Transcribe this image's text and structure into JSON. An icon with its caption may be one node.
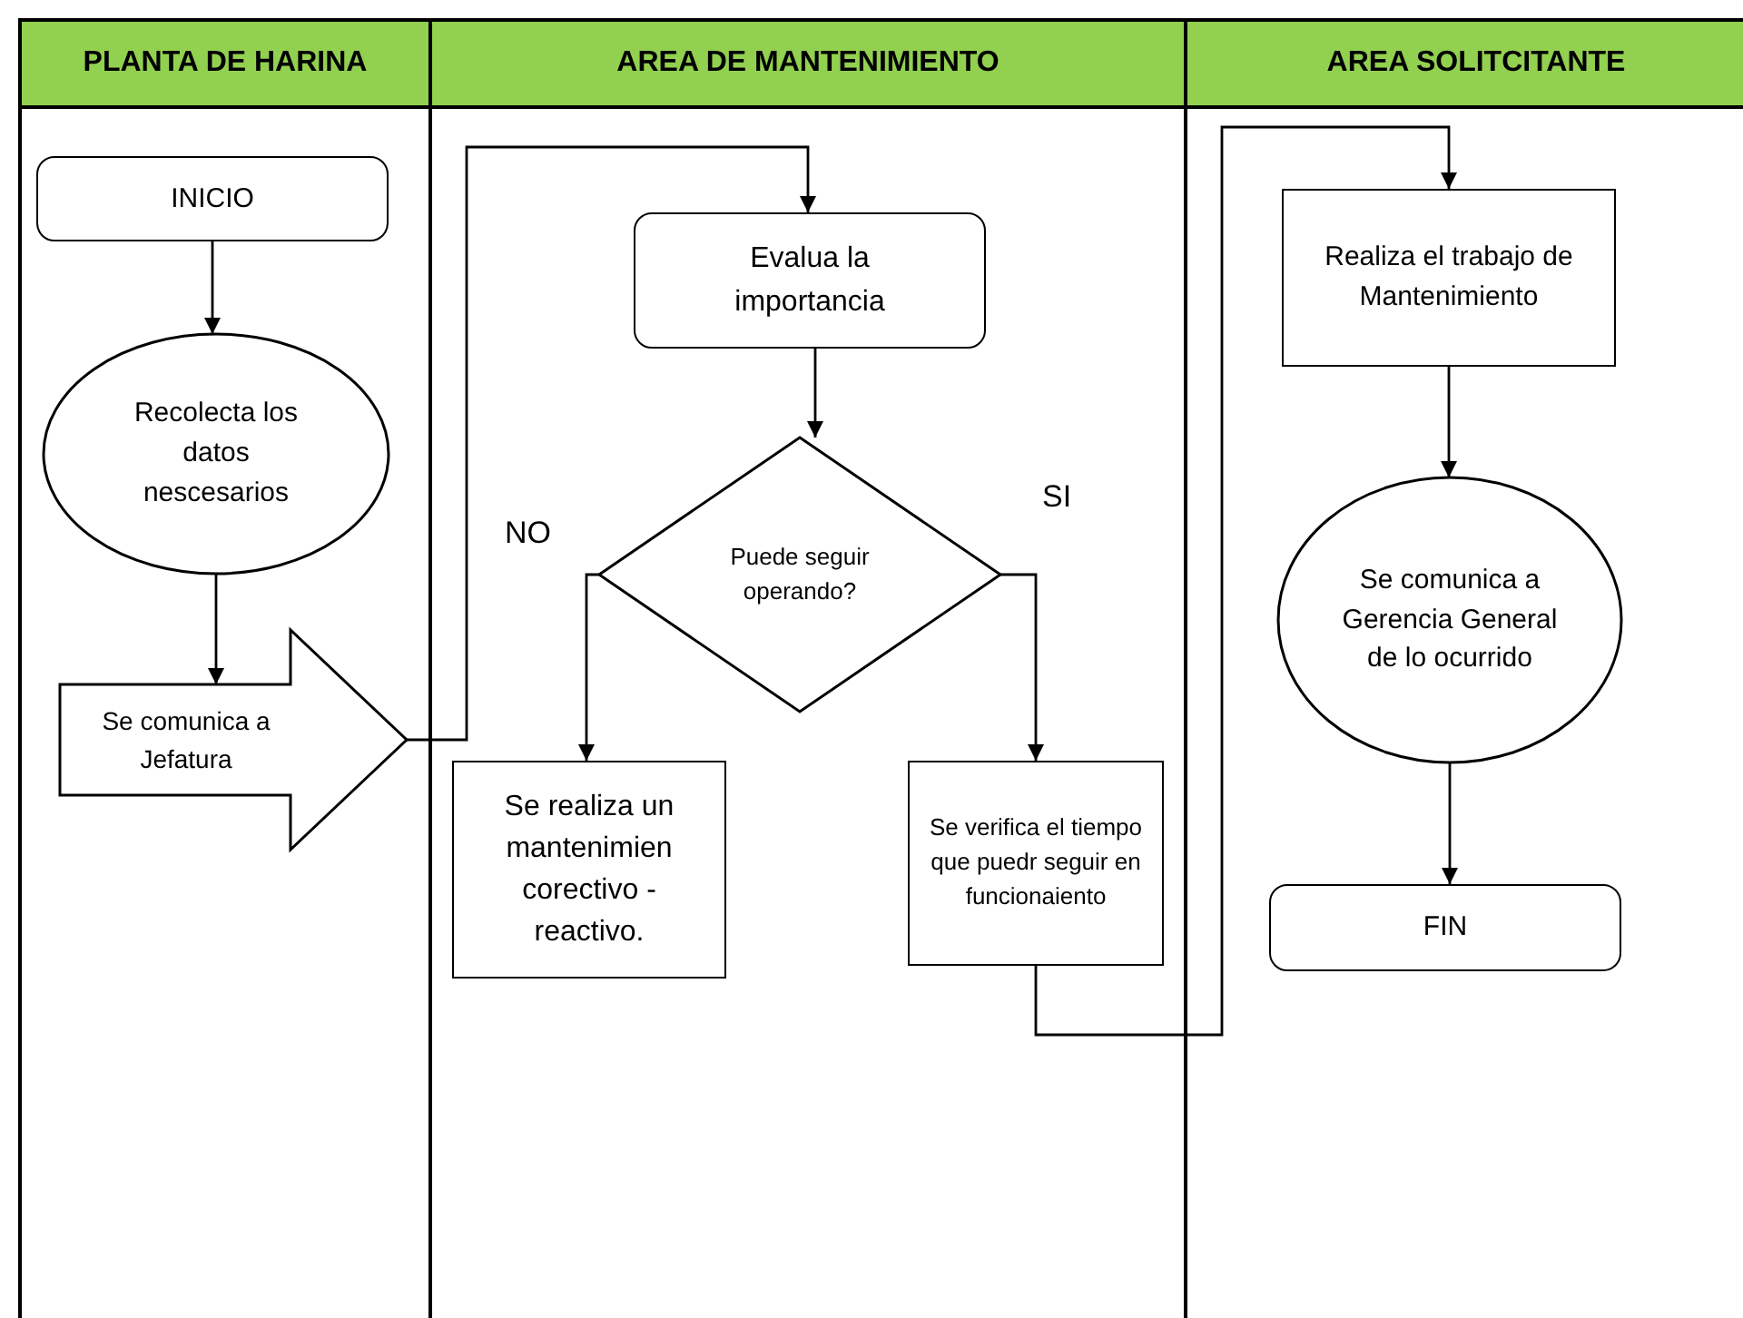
{
  "diagram": {
    "nodes": [
      {
        "text": [
          "PLANTA DE HARINA"
        ]
      },
      {
        "text": [
          "AREA DE MANTENIMIENTO"
        ]
      },
      {
        "text": [
          "AREA SOLITCITANTE"
        ]
      },
      {
        "text": [
          "INICIO"
        ],
        "in": 0
      },
      {
        "text": [
          "Recolecta los datos nescesarios"
        ],
        "in": 0
      },
      {
        "text": [
          "Se comunica a Jefatura"
        ],
        "in": 0
      },
      {
        "text": [
          "Evalua la importancia"
        ],
        "in": 1
      },
      {
        "text": [
          "Puede seguir operando?"
        ],
        "in": 1
      },
      {
        "text": [
          "Se realiza un mantenimien corectivo - reactivo."
        ],
        "in": 1
      },
      {
        "text": [
          "Se verifica el tiempo que puedr seguir en funcionaiento"
        ],
        "in": 1
      },
      {
        "text": [
          "Realiza el trabajo de Mantenimiento"
        ],
        "in": 2
      },
      {
        "text": [
          "Se comunica a Gerencia General de lo ocurrido"
        ],
        "in": 2
      },
      {
        "text": [
          "FIN"
        ],
        "in": 2
      }
    ],
    "edges": [
      {
        "from": 3,
        "to": 4,
        "arrow": "to"
      },
      {
        "from": 4,
        "to": 5,
        "arrow": "to"
      },
      {
        "from": 5,
        "to": 6,
        "arrow": "to"
      },
      {
        "from": 6,
        "to": 7,
        "arrow": "to"
      },
      {
        "from": 7,
        "to": 8,
        "arrow": "to",
        "label": "NO"
      },
      {
        "from": 7,
        "to": 9,
        "arrow": "to",
        "label": "SI"
      },
      {
        "from": 9,
        "to": 10,
        "arrow": "to"
      },
      {
        "from": 10,
        "to": 11,
        "arrow": "to"
      },
      {
        "from": 11,
        "to": 12,
        "arrow": "to"
      }
    ]
  }
}
